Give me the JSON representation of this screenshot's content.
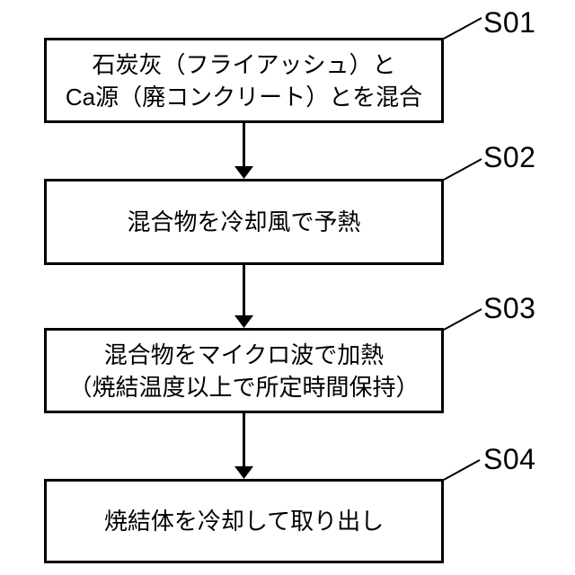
{
  "figure": {
    "type": "flowchart",
    "background_color": "#ffffff",
    "line_color": "#000000",
    "steps": [
      {
        "label": "S01",
        "lines": [
          "石炭灰（フライアッシュ）と",
          "Ca源（廃コンクリート）とを混合"
        ]
      },
      {
        "label": "S02",
        "lines": [
          "混合物を冷却風で予熱"
        ]
      },
      {
        "label": "S03",
        "lines": [
          "混合物をマイクロ波で加熱",
          "（焼結温度以上で所定時間保持）"
        ]
      },
      {
        "label": "S04",
        "lines": [
          "焼結体を冷却して取り出し"
        ]
      }
    ]
  }
}
